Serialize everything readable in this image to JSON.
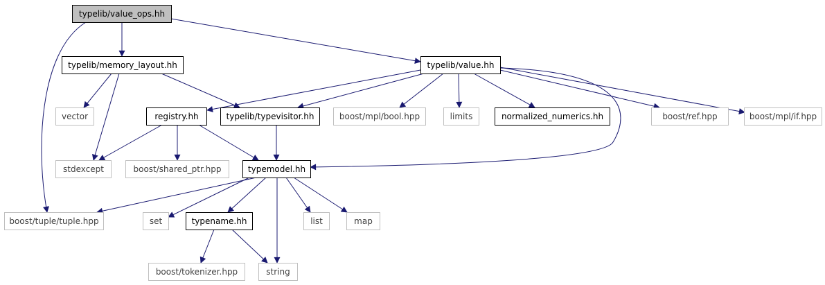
{
  "diagram": {
    "colors": {
      "edge": "#191970",
      "node_stroke_root": "#000000",
      "node_stroke_local": "#000000",
      "node_stroke_external": "#bfbfbf",
      "root_fill": "#bfbfbf",
      "node_fill": "#ffffff",
      "text_local": "#000000",
      "text_external": "#404040"
    },
    "nodes": {
      "value_ops": {
        "label": "typelib/value_ops.hh",
        "kind": "root"
      },
      "memory_layout": {
        "label": "typelib/memory_layout.hh",
        "kind": "local"
      },
      "value": {
        "label": "typelib/value.hh",
        "kind": "local"
      },
      "vector": {
        "label": "vector",
        "kind": "external"
      },
      "registry": {
        "label": "registry.hh",
        "kind": "local"
      },
      "typevisitor": {
        "label": "typelib/typevisitor.hh",
        "kind": "local"
      },
      "mpl_bool": {
        "label": "boost/mpl/bool.hpp",
        "kind": "external"
      },
      "limits": {
        "label": "limits",
        "kind": "external"
      },
      "normalized_numerics": {
        "label": "normalized_numerics.hh",
        "kind": "local"
      },
      "ref": {
        "label": "boost/ref.hpp",
        "kind": "external"
      },
      "mpl_if": {
        "label": "boost/mpl/if.hpp",
        "kind": "external"
      },
      "stdexcept": {
        "label": "stdexcept",
        "kind": "external"
      },
      "shared_ptr": {
        "label": "boost/shared_ptr.hpp",
        "kind": "external"
      },
      "typemodel": {
        "label": "typemodel.hh",
        "kind": "local"
      },
      "tuple": {
        "label": "boost/tuple/tuple.hpp",
        "kind": "external"
      },
      "set": {
        "label": "set",
        "kind": "external"
      },
      "typename": {
        "label": "typename.hh",
        "kind": "local"
      },
      "list": {
        "label": "list",
        "kind": "external"
      },
      "map": {
        "label": "map",
        "kind": "external"
      },
      "tokenizer": {
        "label": "boost/tokenizer.hpp",
        "kind": "external"
      },
      "string": {
        "label": "string",
        "kind": "external"
      }
    }
  }
}
